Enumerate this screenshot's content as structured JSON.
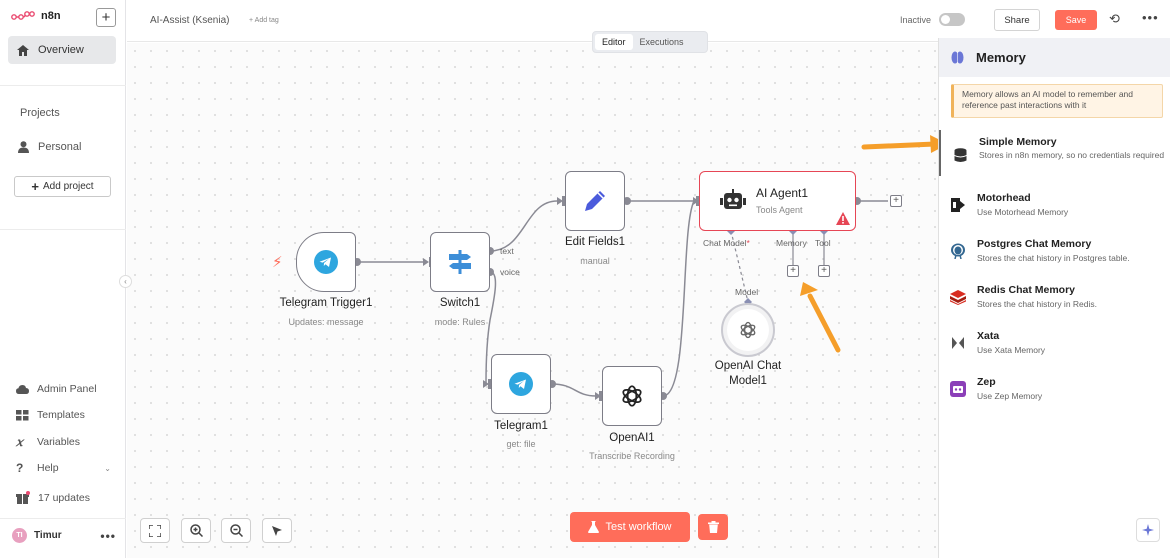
{
  "sidebar": {
    "logo_text": "n8n",
    "overview_label": "Overview",
    "projects_title": "Projects",
    "personal_label": "Personal",
    "add_project_label": "Add project",
    "bottom_items": [
      {
        "label": "Admin Panel",
        "icon": "cloud-icon"
      },
      {
        "label": "Templates",
        "icon": "templates-icon"
      },
      {
        "label": "Variables",
        "icon": "variables-icon"
      },
      {
        "label": "Help",
        "icon": "help-icon"
      },
      {
        "label": "17 updates",
        "icon": "gift-icon"
      }
    ],
    "user": {
      "initials": "TI",
      "name": "Timur"
    }
  },
  "header": {
    "workflow_title": "AI-Assist (Ksenia)",
    "add_tag": "+ Add tag",
    "inactive_label": "Inactive",
    "share_label": "Share",
    "save_label": "Save",
    "tabs": {
      "editor": "Editor",
      "executions": "Executions"
    }
  },
  "nodes": {
    "telegram_trigger": {
      "title": "Telegram Trigger1",
      "subtitle": "Updates: message"
    },
    "switch": {
      "title": "Switch1",
      "subtitle": "mode: Rules",
      "outputs": [
        "text",
        "voice"
      ]
    },
    "edit_fields": {
      "title": "Edit Fields1",
      "subtitle": "manual"
    },
    "ai_agent": {
      "title": "AI Agent1",
      "subtitle": "Tools Agent",
      "ports": {
        "chat_model": "Chat Model",
        "required_mark": "*",
        "memory": "Memory",
        "tool": "Tool"
      }
    },
    "openai_chat_model": {
      "title_line1": "OpenAI Chat",
      "title_line2": "Model1",
      "port": "Model"
    },
    "telegram": {
      "title": "Telegram1",
      "subtitle": "get: file"
    },
    "openai": {
      "title": "OpenAI1",
      "subtitle": "Transcribe Recording"
    }
  },
  "canvas": {
    "test_workflow_label": "Test workflow"
  },
  "panel": {
    "title": "Memory",
    "notice": "Memory allows an AI model to remember and reference past interactions with it",
    "items": [
      {
        "name": "Simple Memory",
        "desc": "Stores in n8n memory, so no credentials required"
      },
      {
        "name": "Motorhead",
        "desc": "Use Motorhead Memory"
      },
      {
        "name": "Postgres Chat Memory",
        "desc": "Stores the chat history in Postgres table."
      },
      {
        "name": "Redis Chat Memory",
        "desc": "Stores the chat history in Redis."
      },
      {
        "name": "Xata",
        "desc": "Use Xata Memory"
      },
      {
        "name": "Zep",
        "desc": "Use Zep Memory"
      }
    ]
  },
  "colors": {
    "accent": "#ff6d5a",
    "agent_error_border": "#e64655",
    "annotation_arrow": "#f59e2a",
    "node_border": "#7d7d87"
  }
}
